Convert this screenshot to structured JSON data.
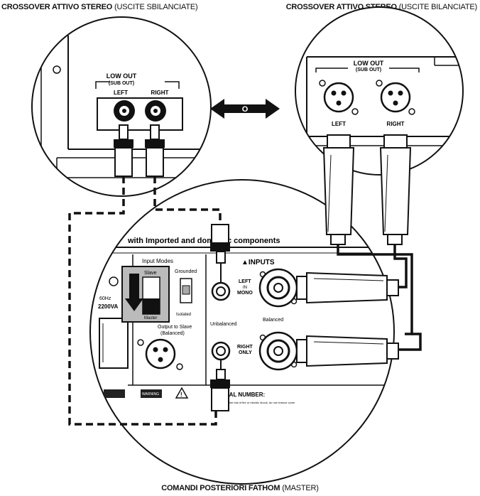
{
  "captions": {
    "top_left": {
      "bold": "CROSSOVER ATTIVO STEREO",
      "normal": "(USCITE SBILANCIATE)"
    },
    "top_right": {
      "bold": "CROSSOVER ATTIVO STEREO",
      "normal": "(USCITE BILANCIATE)"
    },
    "bottom": {
      "bold": "COMANDI POSTERIORI FATHOM",
      "normal": "(MASTER)"
    }
  },
  "unbalanced_panel": {
    "title": "LOW OUT",
    "subtitle": "(SUB OUT)",
    "left": "LEFT",
    "right": "RIGHT"
  },
  "balanced_panel": {
    "title": "LOW OUT",
    "subtitle": "(SUB OUT)",
    "left": "LEFT",
    "right": "RIGHT"
  },
  "or_label": "O",
  "fathom_panel": {
    "heading": "with Imported and domestic components",
    "inputs": "▲INPUTS",
    "input_modes": "Input Modes",
    "slave": "Slave",
    "master": "Master",
    "grounded": "Grounded",
    "isolated": "Isolated",
    "left_in": [
      "LEFT",
      "IN",
      "MONO"
    ],
    "right_in": [
      "RIGHT",
      "ONLY"
    ],
    "unbalanced": "Unbalanced",
    "balanced": "Balanced",
    "output_to_slave": [
      "Output to Slave",
      "(Balanced)"
    ],
    "serial_number": "SERIAL NUMBER:",
    "fine_print": "To reduce the risk of fire or electric shock, do not remove cover",
    "side_value": "2200VA",
    "side_label": "60Hz"
  }
}
